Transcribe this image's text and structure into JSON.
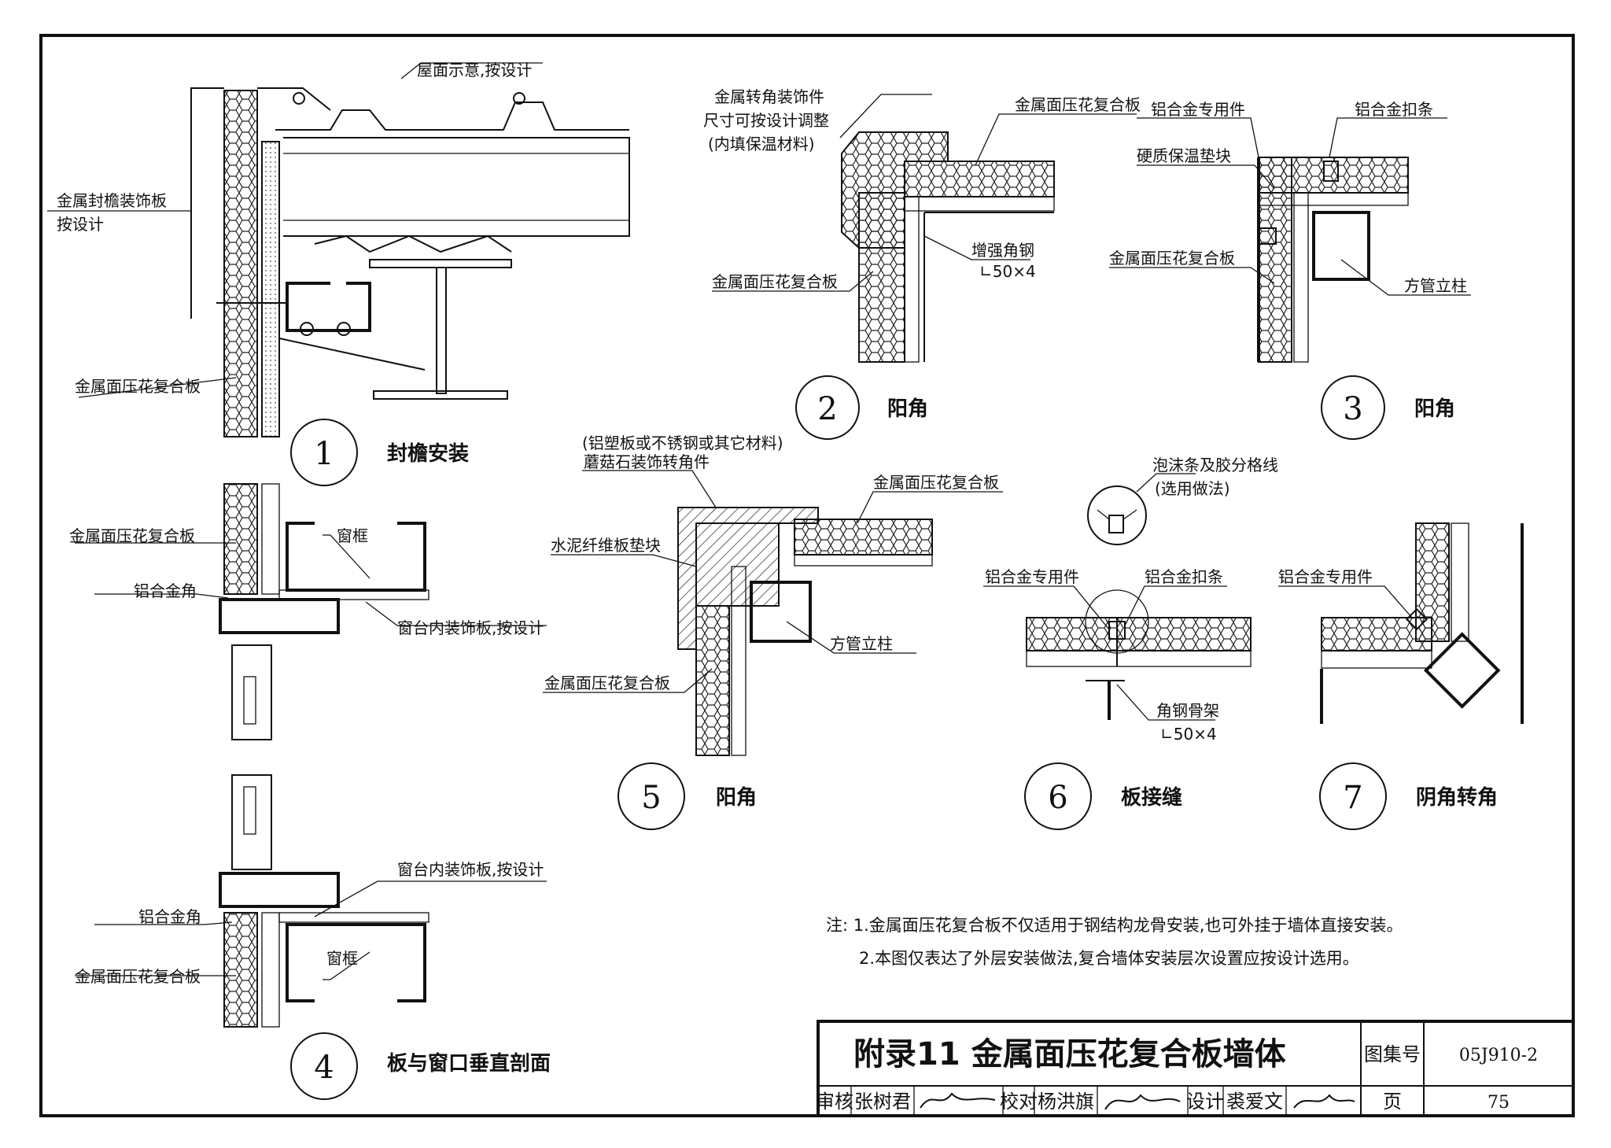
{
  "details": {
    "d1": {
      "number": "1",
      "caption": "封檐安装",
      "labels": {
        "roof": "屋面示意,按设计",
        "fascia_line1": "金属封檐装饰板",
        "fascia_line2": "按设计",
        "panel": "金属面压花复合板"
      }
    },
    "d2": {
      "number": "2",
      "caption": "阳角",
      "labels": {
        "corner_line1": "金属转角装饰件",
        "corner_line2": "尺寸可按设计调整",
        "corner_line3": "(内填保温材料)",
        "panel_top": "金属面压花复合板",
        "angle_steel": "增强角钢",
        "angle_size": "∟50×4",
        "panel_left": "金属面压花复合板"
      }
    },
    "d3": {
      "number": "3",
      "caption": "阳角",
      "labels": {
        "alu_part": "铝合金专用件",
        "alu_strip": "铝合金扣条",
        "pad": "硬质保温垫块",
        "panel": "金属面压花复合板",
        "post": "方管立柱"
      }
    },
    "d4": {
      "number": "4",
      "caption": "板与窗口垂直剖面",
      "labels": {
        "sill": "窗台内装饰板,按设计",
        "alu_angle": "铝合金角",
        "panel": "金属面压花复合板",
        "frame": "窗框"
      }
    },
    "d4b": {
      "labels": {
        "panel": "金属面压花复合板",
        "frame": "窗框",
        "alu_angle": "铝合金角",
        "sill": "窗台内装饰板,按设计"
      }
    },
    "d5": {
      "number": "5",
      "caption": "阳角",
      "labels": {
        "material": "(铝塑板或不锈钢或其它材料)",
        "mushroom": "蘑菇石装饰转角件",
        "panel_top": "金属面压花复合板",
        "cement": "水泥纤维板垫块",
        "post": "方管立柱",
        "panel_left": "金属面压花复合板"
      }
    },
    "d6": {
      "number": "6",
      "caption": "板接缝",
      "labels": {
        "foam_line1": "泡沫条及胶分格线",
        "foam_line2": "(选用做法)",
        "alu_part": "铝合金专用件",
        "alu_strip": "铝合金扣条",
        "frame": "角钢骨架",
        "frame_size": "∟50×4"
      }
    },
    "d7": {
      "number": "7",
      "caption": "阴角转角",
      "labels": {
        "alu_part": "铝合金专用件"
      }
    }
  },
  "notes": {
    "n1": "注: 1.金属面压花复合板不仅适用于钢结构龙骨安装,也可外挂于墙体直接安装。",
    "n2": "2.本图仅表达了外层安装做法,复合墙体安装层次设置应按设计选用。"
  },
  "title_block": {
    "title": "附录11 金属面压花复合板墙体",
    "atlas_label": "图集号",
    "atlas_no": "05J910-2",
    "review_label": "审核",
    "reviewer": "张树君",
    "check_label": "校对",
    "checker": "杨洪旗",
    "design_label": "设计",
    "designer": "裘爱文",
    "page_label": "页",
    "page_no": "75"
  }
}
